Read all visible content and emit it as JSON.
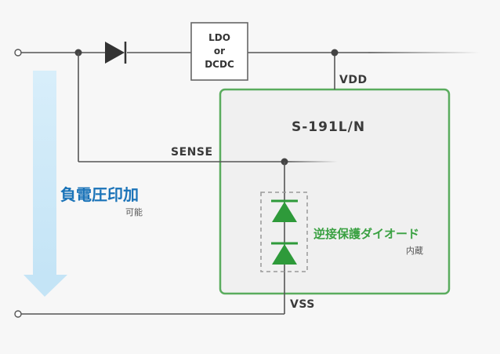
{
  "regulator": {
    "line1": "LDO",
    "line2": "or",
    "line3": "DCDC"
  },
  "labels": {
    "vdd": "VDD",
    "sense": "SENSE",
    "vss": "VSS"
  },
  "chip": {
    "name": "S-191L/N"
  },
  "negative_voltage": {
    "title": "負電圧印加",
    "subtitle": "可能"
  },
  "reverse_diode": {
    "title": "逆接保護ダイオード",
    "subtitle": "内蔵"
  },
  "colors": {
    "wire": "#555555",
    "chip_border": "#5aac5e",
    "chip_fill": "#f0f0f0",
    "diode_green": "#2e9a3a",
    "arrow_blue": "#cde9f8",
    "title_blue": "#1a73b8"
  }
}
